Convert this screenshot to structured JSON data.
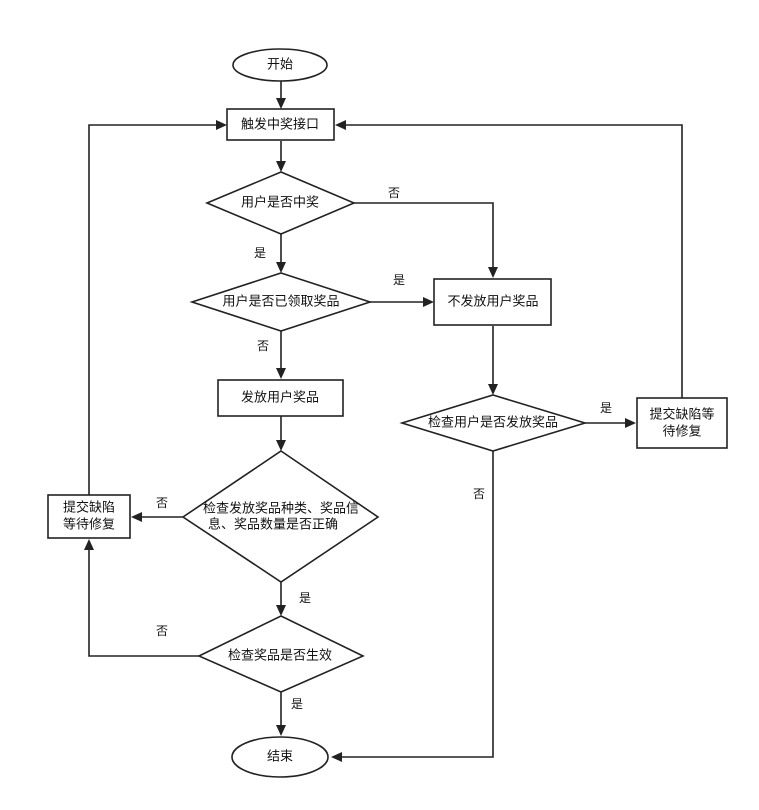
{
  "nodes": {
    "start": "开始",
    "trigger": "触发中奖接口",
    "is_winner": "用户是否中奖",
    "claimed": "用户是否已领取奖品",
    "no_issue": "不发放用户奖品",
    "issue": "发放用户奖品",
    "check_issued_1": "检查用户是否发放奖品",
    "submit_right_1": "提交缺陷等",
    "submit_right_2": "待修复",
    "check_prize_1": "检查发放奖品种类、奖品信",
    "check_prize_2": "息、奖品数量是否正确",
    "submit_left_1": "提交缺陷",
    "submit_left_2": "等待修复",
    "check_valid": "检查奖品是否生效",
    "end": "结束"
  },
  "labels": {
    "winner_no": "否",
    "winner_yes": "是",
    "claimed_yes": "是",
    "claimed_no": "否",
    "issued_yes": "是",
    "issued_no": "否",
    "prize_no": "否",
    "prize_yes": "是",
    "valid_no": "否",
    "valid_yes": "是"
  },
  "colors": {
    "stroke": "#222222",
    "fill": "#ffffff",
    "text": "#111111"
  }
}
